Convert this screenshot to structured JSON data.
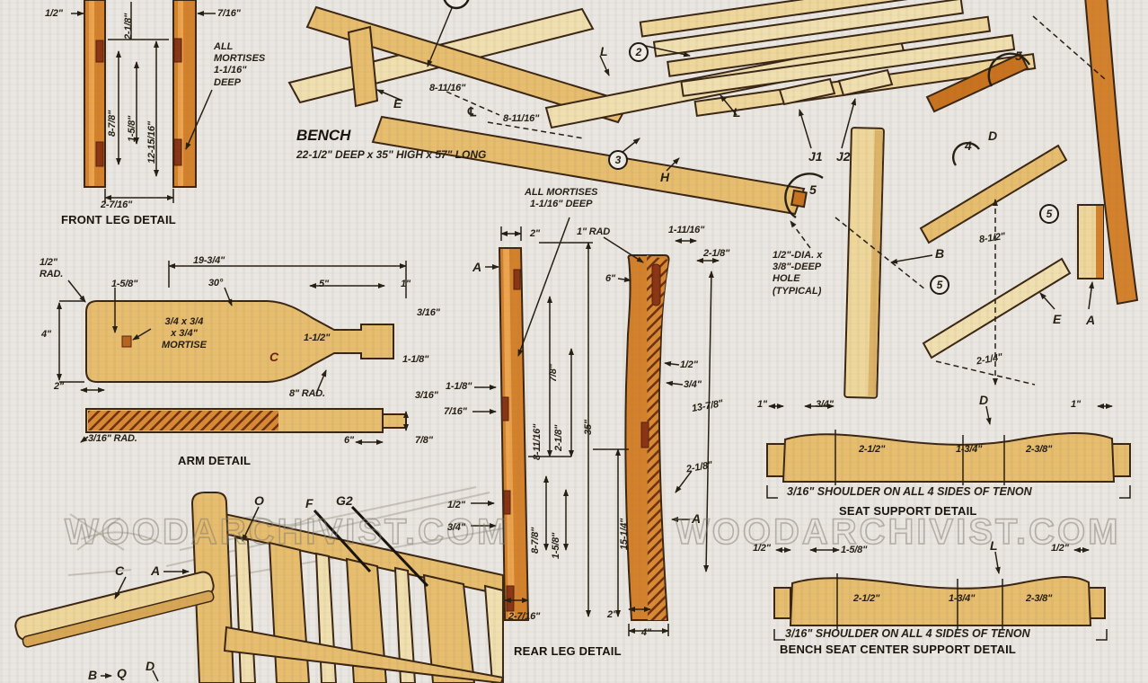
{
  "page": {
    "watermark": "WOODARCHIVIST.COM",
    "bench": {
      "title": "BENCH",
      "subtitle": "22-1/2\" DEEP x 35\" HIGH x 57\" LONG"
    }
  },
  "front_leg": {
    "title": "FRONT LEG DETAIL",
    "note": "ALL\nMORTISES\n1-1/16\"\nDEEP",
    "dims": [
      "1/2\"",
      "2-1/8\"",
      "7/16\"",
      "8-7/8\"",
      "1-5/8\"",
      "12-15/16\"",
      "2-7/16\""
    ]
  },
  "arm": {
    "title": "ARM DETAIL",
    "part": "C",
    "mortise_note": "3/4 x 3/4\nx 3/4\"\nMORTISE",
    "dims": [
      "1/2\"\nRAD.",
      "19-3/4\"",
      "1-5/8\"",
      "30°",
      "5\"",
      "1\"",
      "3/16\"",
      "4\"",
      "1-1/2\"",
      "1-1/8\"",
      "2\"",
      "8\" RAD.",
      "3/16\"",
      "3/16\" RAD.",
      "6\"",
      "7/8\""
    ]
  },
  "rear_leg": {
    "title": "REAR LEG DETAIL",
    "note": "ALL MORTISES\n1-1/16\" DEEP",
    "rad_note": "1\" RAD",
    "part_a": "A",
    "dims": [
      "2\"",
      "1-11/16\"",
      "2-1/8\"",
      "6\"",
      "7/8\"",
      "1/2\"",
      "3/4\"",
      "13-7/8\"",
      "1-1/8\"",
      "7/16\"",
      "8-11/16\"",
      "2-1/8\"",
      "35\"",
      "1/2\"",
      "3/4\"",
      "8-7/8\"",
      "1-5/8\"",
      "15-1/4\"",
      "2-1/8\"",
      "2-7/16\"",
      "2\"",
      "4\""
    ]
  },
  "seat_support": {
    "title": "SEAT SUPPORT DETAIL",
    "note": "3/16\" SHOULDER ON ALL 4 SIDES OF TENON",
    "part": "D",
    "dims": [
      "1\"",
      "3/4\"",
      "1\"",
      "2-1/2\"",
      "1-3/4\"",
      "2-3/8\""
    ]
  },
  "center_support": {
    "title": "BENCH SEAT CENTER SUPPORT DETAIL",
    "note": "3/16\" SHOULDER ON ALL 4 SIDES OF TENON",
    "part": "L",
    "dims": [
      "1/2\"",
      "1-5/8\"",
      "1/2\"",
      "2-1/2\"",
      "1-3/4\"",
      "2-3/8\""
    ]
  },
  "exploded": {
    "hole_note": "1/2\"-DIA. x\n3/8\"-DEEP\nHOLE\n(TYPICAL)",
    "centerline": "℄",
    "dims": [
      "8-11/16\"",
      "8-11/16\"",
      "8-1/2\"",
      "2-1/4\""
    ],
    "parts": {
      "e1": "E",
      "l1": "L",
      "l2": "L",
      "h": "H",
      "j1": "J1",
      "j2": "J2",
      "b": "B",
      "d": "D",
      "e2": "E",
      "a": "A"
    },
    "steps": {
      "two": "2",
      "three": "3",
      "four": "4",
      "five_a": "5",
      "five_b": "5",
      "five_c": "5",
      "five_d": "5"
    }
  },
  "chair": {
    "parts": {
      "o": "O",
      "f": "F",
      "g2": "G2",
      "c": "C",
      "a": "A",
      "b": "B",
      "q": "Q",
      "d": "D"
    }
  }
}
